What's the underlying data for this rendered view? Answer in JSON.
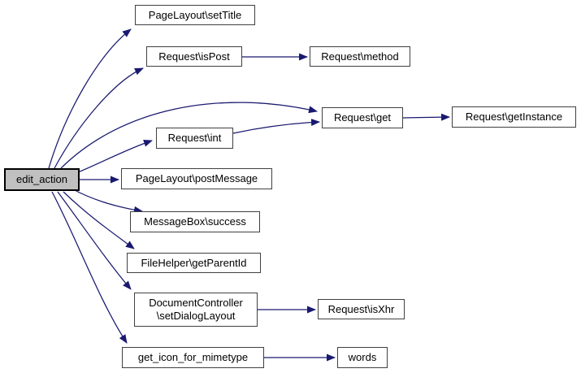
{
  "diagram_type": "doxygen-call-graph",
  "colors": {
    "edge": "#191970",
    "node_border": "#404040",
    "node_fill": "#ffffff",
    "root_fill": "#c0c0c0",
    "root_border": "#000000",
    "text": "#000000",
    "bg": "#ffffff"
  },
  "nodes": {
    "edit_action": {
      "label": "edit_action"
    },
    "set_title": {
      "label": "PageLayout\\setTitle"
    },
    "is_post": {
      "label": "Request\\isPost"
    },
    "method": {
      "label": "Request\\method"
    },
    "get": {
      "label": "Request\\get"
    },
    "get_instance": {
      "label": "Request\\getInstance"
    },
    "int": {
      "label": "Request\\int"
    },
    "post_message": {
      "label": "PageLayout\\postMessage"
    },
    "success": {
      "label": "MessageBox\\success"
    },
    "get_parent_id": {
      "label": "FileHelper\\getParentId"
    },
    "set_dialog_layout": {
      "label_line1": "DocumentController",
      "label_line2": "\\setDialogLayout"
    },
    "is_xhr": {
      "label": "Request\\isXhr"
    },
    "get_icon_for_mimetype": {
      "label": "get_icon_for_mimetype"
    },
    "words": {
      "label": "words"
    }
  },
  "edges": [
    {
      "from": "edit_action",
      "to": "PageLayout\\setTitle"
    },
    {
      "from": "edit_action",
      "to": "Request\\isPost"
    },
    {
      "from": "edit_action",
      "to": "Request\\get"
    },
    {
      "from": "edit_action",
      "to": "Request\\int"
    },
    {
      "from": "edit_action",
      "to": "PageLayout\\postMessage"
    },
    {
      "from": "edit_action",
      "to": "MessageBox\\success"
    },
    {
      "from": "edit_action",
      "to": "FileHelper\\getParentId"
    },
    {
      "from": "edit_action",
      "to": "DocumentController\\setDialogLayout"
    },
    {
      "from": "edit_action",
      "to": "get_icon_for_mimetype"
    },
    {
      "from": "Request\\isPost",
      "to": "Request\\method"
    },
    {
      "from": "Request\\int",
      "to": "Request\\get"
    },
    {
      "from": "Request\\get",
      "to": "Request\\getInstance"
    },
    {
      "from": "DocumentController\\setDialogLayout",
      "to": "Request\\isXhr"
    },
    {
      "from": "get_icon_for_mimetype",
      "to": "words"
    }
  ]
}
